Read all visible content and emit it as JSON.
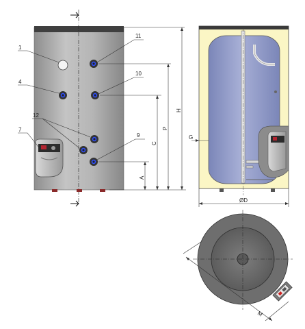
{
  "callouts": {
    "c1": "1",
    "c4": "4",
    "c7": "7",
    "c12": "12",
    "c11": "11",
    "c10": "10",
    "c9": "9"
  },
  "dimensions": {
    "A": "A",
    "C": "C",
    "P": "P",
    "H": "H",
    "G": "G",
    "D": "ØD",
    "M": "M"
  },
  "colors": {
    "tank_body": "#a9a9a9",
    "tank_top": "#3f3f3f",
    "insulation": "#fbf6c5",
    "inner_tank": "#8d97c4",
    "port_ring": "#3c4cff"
  }
}
